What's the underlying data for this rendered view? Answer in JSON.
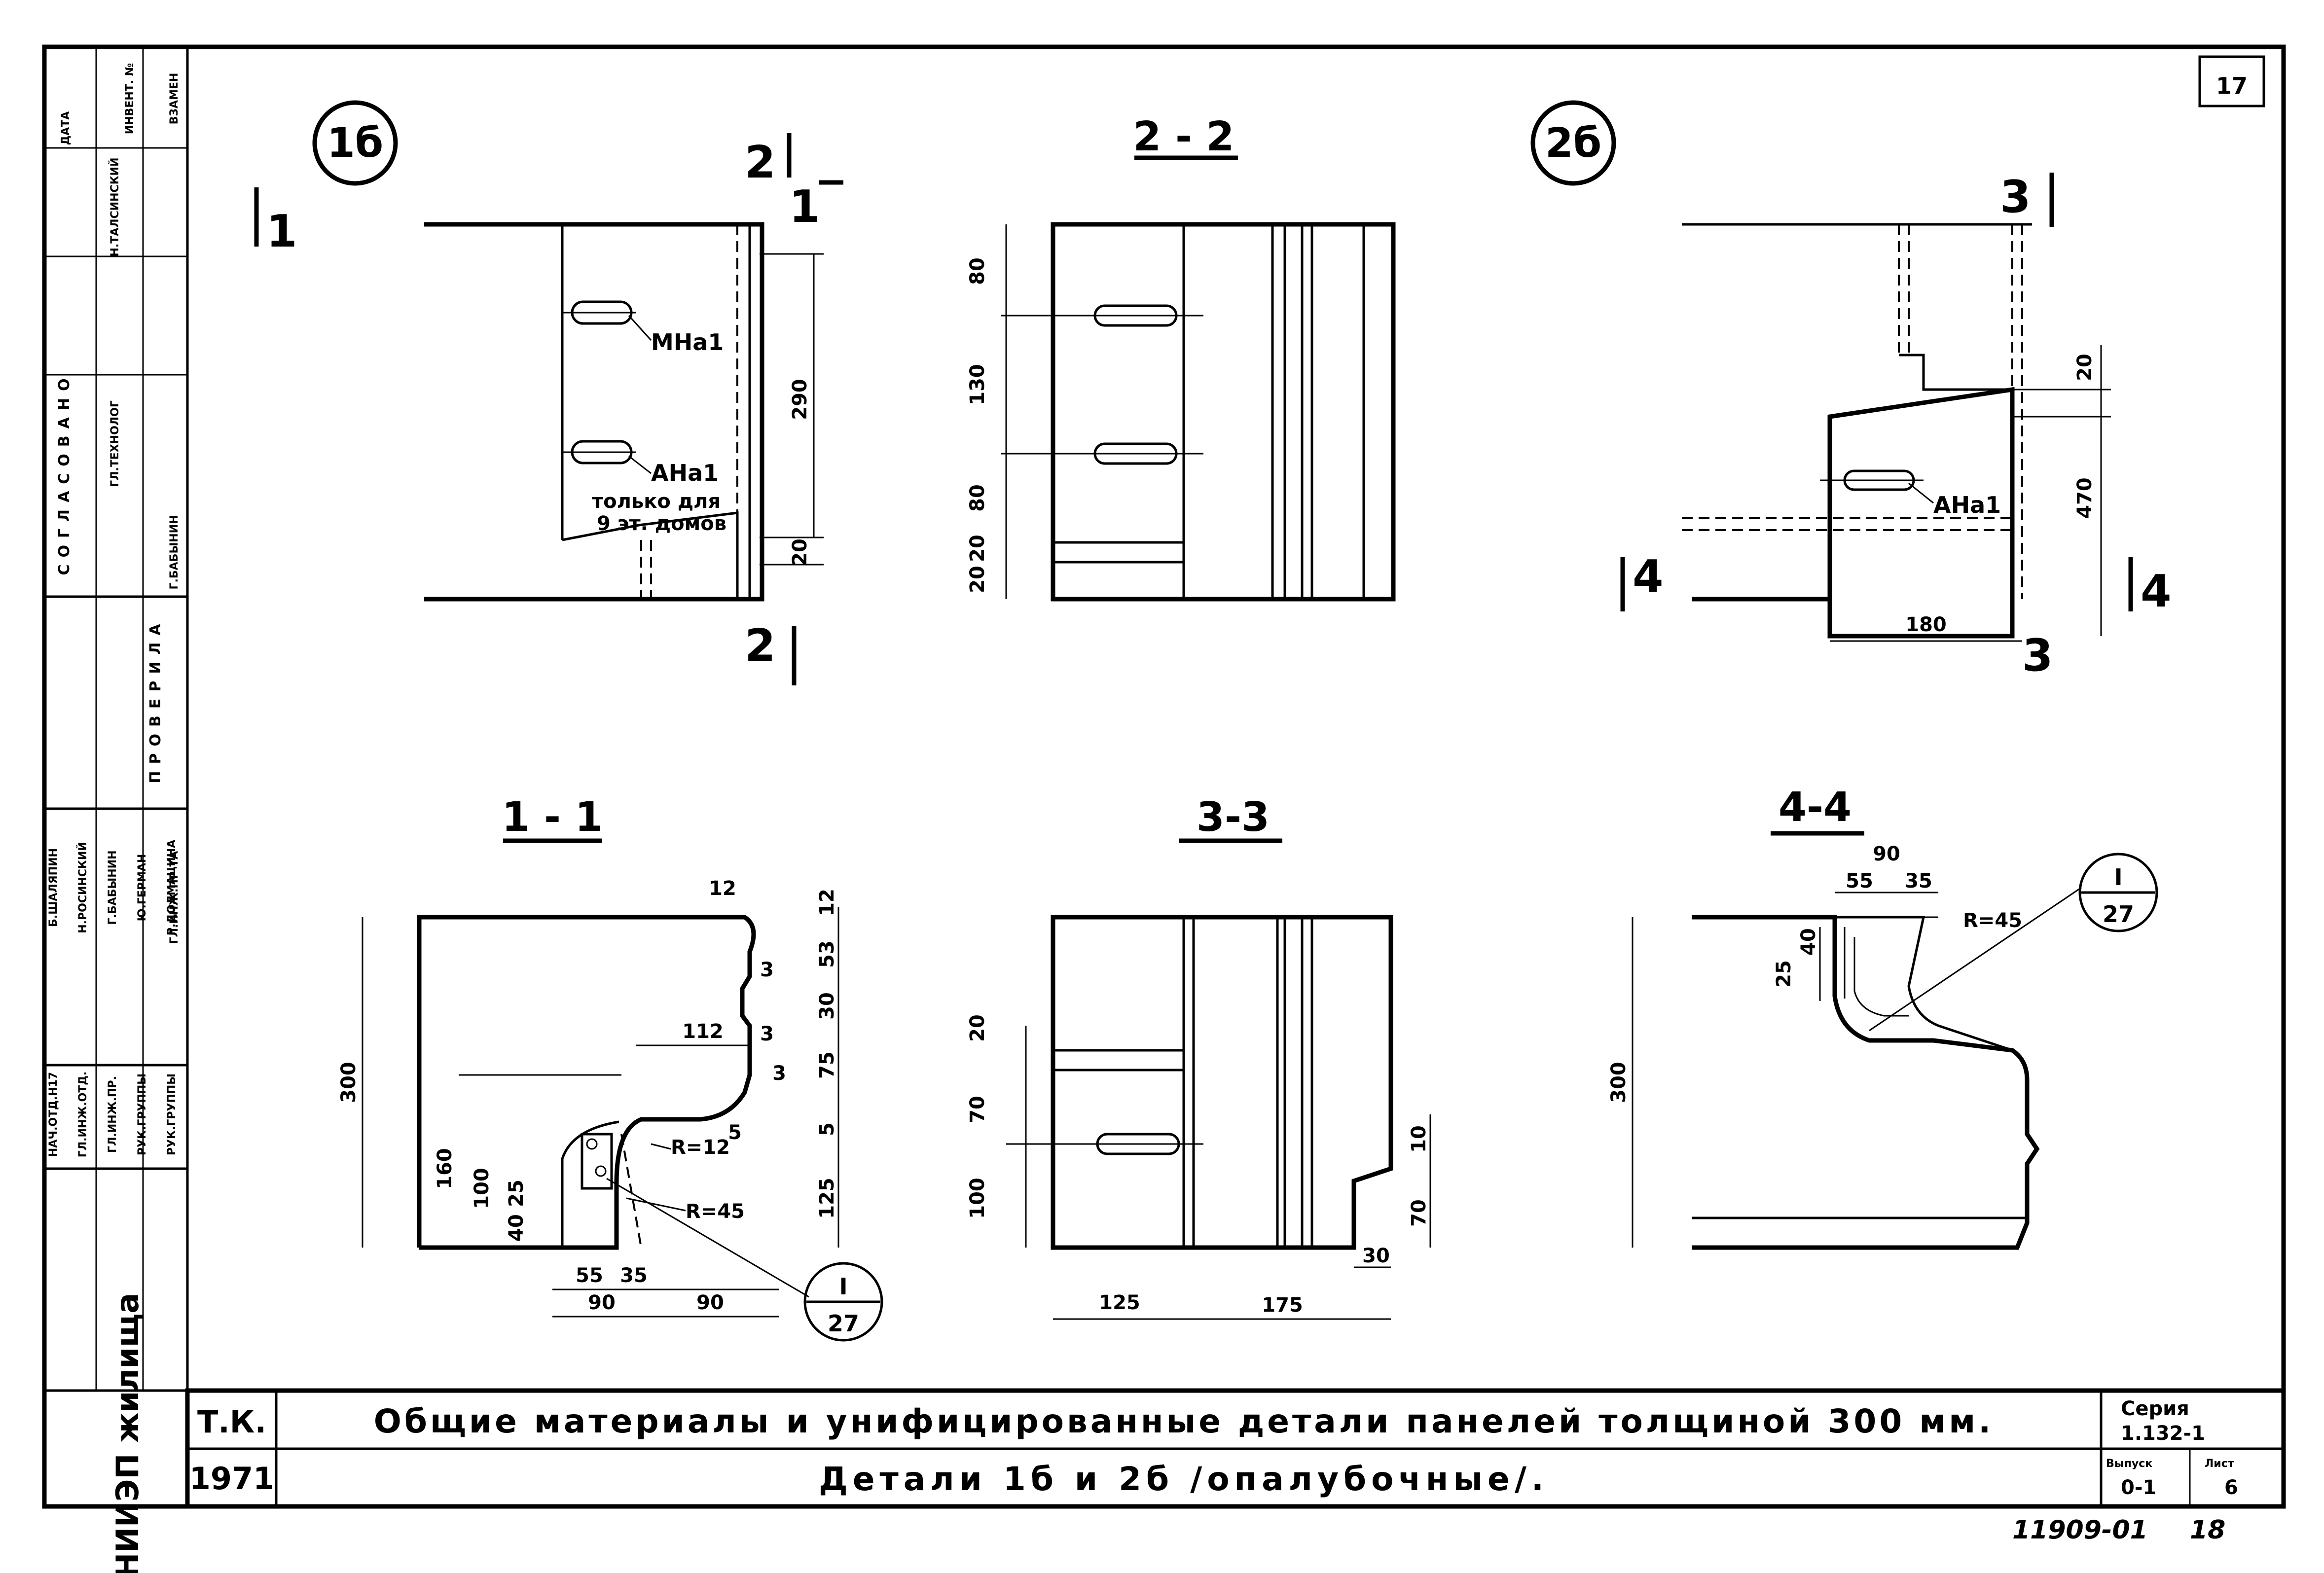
{
  "sheet_number": "17",
  "stamp_number": "11909-01",
  "stamp_page": "18",
  "title_block": {
    "org_code": "Т.К.",
    "year": "1971",
    "title_line1": "Общие материалы и унифицированные детали панелей толщиной 300 мм.",
    "title_line2": "Детали 1б и 2б /опалубочные/.",
    "series_label": "Серия",
    "series_value": "1.132-1",
    "issue_label": "Выпуск",
    "issue_value": "0-1",
    "sheet_label": "Лист",
    "sheet_value": "6"
  },
  "side_stamp": {
    "org": "ЦНИИЭП жилища",
    "agreed": "СОГЛАСОВАНО",
    "checked": "ПРОВЕРИЛА",
    "date_col": "ДАТА",
    "inventory": "ИНВЕНТ. №",
    "replacement": "ВЗАМЕН",
    "roles": [
      "НАЧ.ОТД.Н17",
      "ГЛ.ИНЖ.ОТД.",
      "ГЛ.ИНЖ.ПР.",
      "РУК.ГРУППЫ",
      "РУК.ГРУППЫ"
    ],
    "names": [
      "Б.ШАЛЯПИН",
      "Н.РОСИНСКИЙ",
      "Г.БАБЫНИН",
      "Ю.ГЕРМАН",
      "Р.ДОЛМАЦИНА"
    ],
    "agreed_roles": [
      "ГЛ.ТЕХНОЛОГ",
      "Н.ТАЛСИНСКИЙ"
    ],
    "checked_roles": [
      "ГЛ.ИНЖ.ПР-ТА",
      "Г.БАБЫНИН"
    ]
  },
  "views": {
    "v1b": {
      "mark": "1б",
      "cut_top_left": "1",
      "cut_top_mid": "2",
      "cut_top_right": "1",
      "cut_bottom": "2",
      "part_top": "МНа1",
      "part_bottom": "АНа1",
      "note_line1": "только для",
      "note_line2": "9 эт. домов",
      "dims": [
        "290",
        "20"
      ]
    },
    "v22": {
      "title": "2 - 2",
      "dims": [
        "80",
        "130",
        "80",
        "20",
        "20"
      ]
    },
    "v2b": {
      "mark": "2б",
      "cut_top": "3",
      "cut_bottom": "3",
      "cut_left": "4",
      "cut_right": "4",
      "part": "АНа1",
      "dims": [
        "20",
        "470",
        "180"
      ]
    },
    "v11": {
      "title": "1 - 1",
      "dims_right": [
        "12",
        "53",
        "30",
        "75",
        "5",
        "125"
      ],
      "dims_small": [
        "12",
        "3",
        "3",
        "3",
        "5"
      ],
      "dims_left": [
        "300",
        "160",
        "100",
        "25",
        "40"
      ],
      "dims_bottom": [
        "55",
        "35",
        "90",
        "90"
      ],
      "dim_112": "112",
      "r12": "R=12",
      "r45": "R=45",
      "ref_top": "I",
      "ref_bottom": "27"
    },
    "v33": {
      "title": "3-3",
      "dims_left": [
        "20",
        "70",
        "100"
      ],
      "dims_right": [
        "10",
        "70"
      ],
      "dims_bottom": [
        "125",
        "175",
        "30"
      ]
    },
    "v44": {
      "title": "4-4",
      "dims_top": [
        "90",
        "55",
        "35"
      ],
      "dims_left": [
        "40",
        "25",
        "300"
      ],
      "r45": "R=45",
      "ref_top": "I",
      "ref_bottom": "27"
    }
  }
}
